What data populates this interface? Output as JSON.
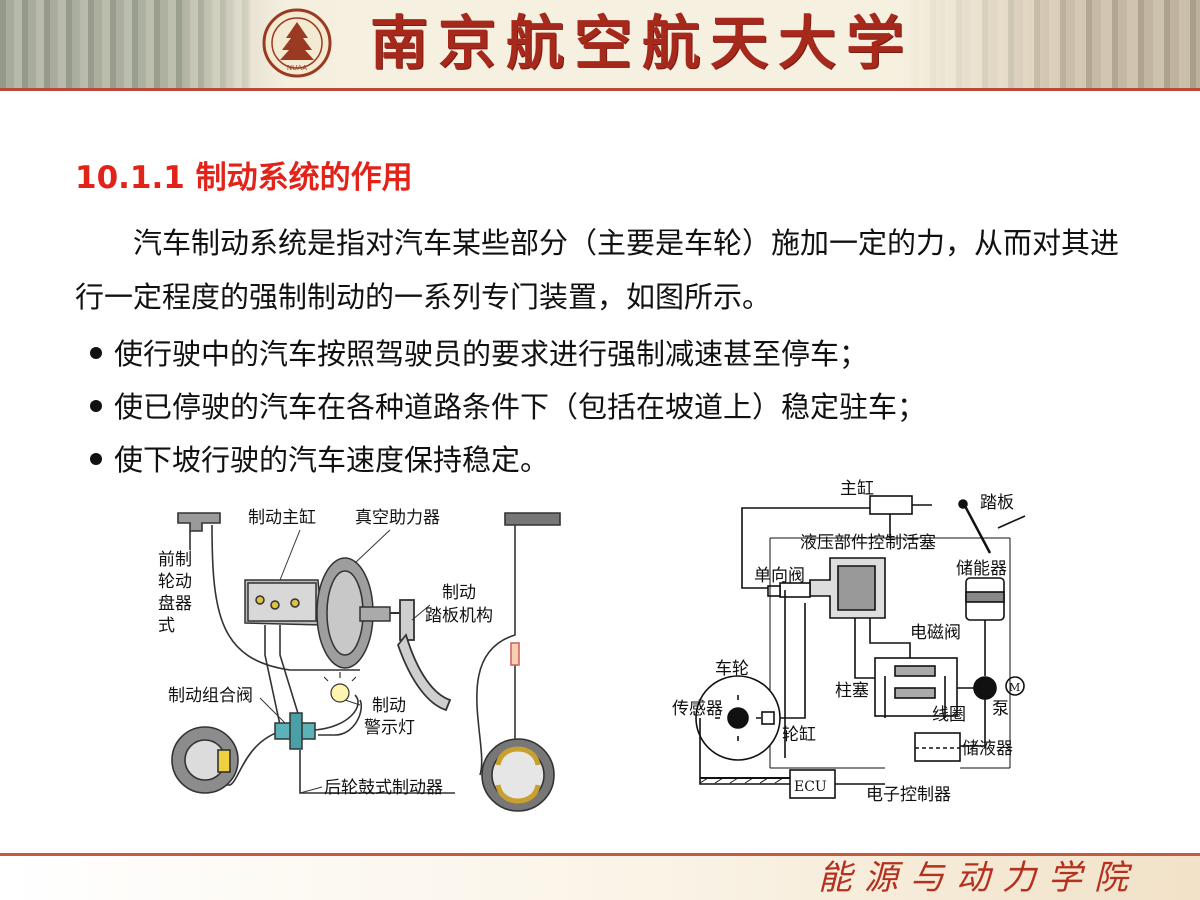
{
  "header": {
    "university": "南京航空航天大学",
    "seal_text": "NUAA"
  },
  "section": {
    "heading": "10.1.1  制动系统的作用",
    "paragraph": "汽车制动系统是指对汽车某些部分（主要是车轮）施加一定的力，从而对其进行一定程度的强制制动的一系列专门装置，如图所示。",
    "bullets": [
      "使行驶中的汽车按照驾驶员的要求进行强制减速甚至停车；",
      "使已停驶的汽车在各种道路条件下（包括在坡道上）稳定驻车；",
      "使下坡行驶的汽车速度保持稳定。"
    ]
  },
  "figure_left": {
    "labels": {
      "front_disc_1": "前制",
      "front_disc_2": "轮动",
      "front_disc_3": "盘器",
      "front_disc_4": "式",
      "master_cylinder": "制动主缸",
      "vacuum_booster": "真空助力器",
      "pedal_1": "制动",
      "pedal_2": "踏板机构",
      "combo_valve": "制动组合阀",
      "warning_1": "制动",
      "warning_2": "警示灯",
      "rear_drum": "后轮鼓式制动器"
    }
  },
  "figure_right": {
    "labels": {
      "master": "主缸",
      "pedal": "踏板",
      "hydraulic": "液压部件控制活塞",
      "check_valve": "单向阀",
      "accumulator": "储能器",
      "solenoid": "电磁阀",
      "wheel": "车轮",
      "sensor": "传感器",
      "plunger": "柱塞",
      "coil": "线圈",
      "pump": "泵",
      "motor": "M",
      "wheel_cyl": "轮缸",
      "reservoir": "储液器",
      "ecu": "ECU",
      "controller": "电子控制器"
    }
  },
  "footer": {
    "school": "能源与动力学院"
  }
}
